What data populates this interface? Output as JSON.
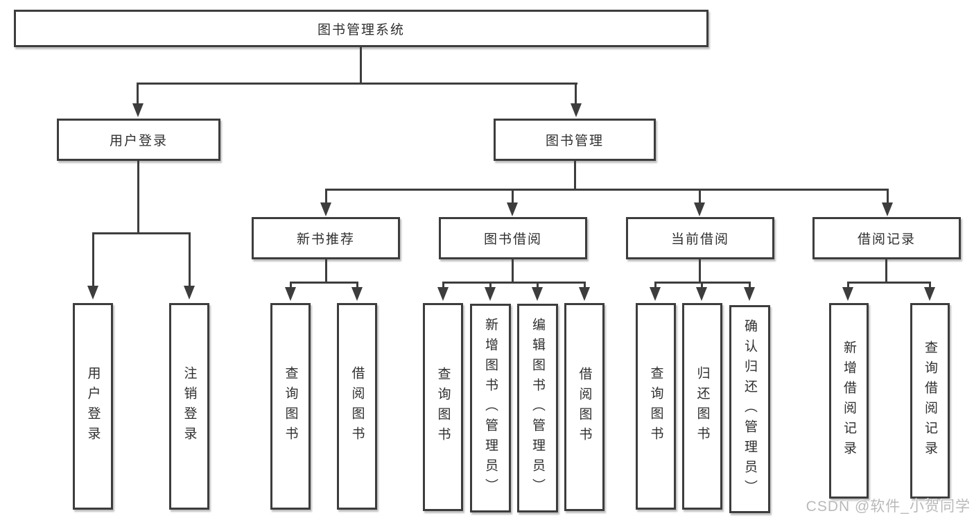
{
  "tree": {
    "label": "图书管理系统",
    "children": [
      {
        "label": "用户登录",
        "children": [
          {
            "label": "用户登录"
          },
          {
            "label": "注销登录"
          }
        ]
      },
      {
        "label": "图书管理",
        "children": [
          {
            "label": "新书推荐",
            "children": [
              {
                "label": "查询图书"
              },
              {
                "label": "借阅图书"
              }
            ]
          },
          {
            "label": "图书借阅",
            "children": [
              {
                "label": "查询图书"
              },
              {
                "label": "新增图书（管理员）"
              },
              {
                "label": "编辑图书（管理员）"
              },
              {
                "label": "借阅图书"
              }
            ]
          },
          {
            "label": "当前借阅",
            "children": [
              {
                "label": "查询图书"
              },
              {
                "label": "归还图书"
              },
              {
                "label": "确认归还（管理员）"
              }
            ]
          },
          {
            "label": "借阅记录",
            "children": [
              {
                "label": "新增借阅记录"
              },
              {
                "label": "查询借阅记录"
              }
            ]
          }
        ]
      }
    ]
  },
  "watermark": {
    "text": "CSDN @软件_小贺同学"
  },
  "colors": {
    "line": "#3d3d3d",
    "box_border": "#3d3d3d",
    "box_background": "#ffffff",
    "text": "#2f2f2f",
    "watermark": "#b9b9b9",
    "page_background": "#ffffff"
  }
}
